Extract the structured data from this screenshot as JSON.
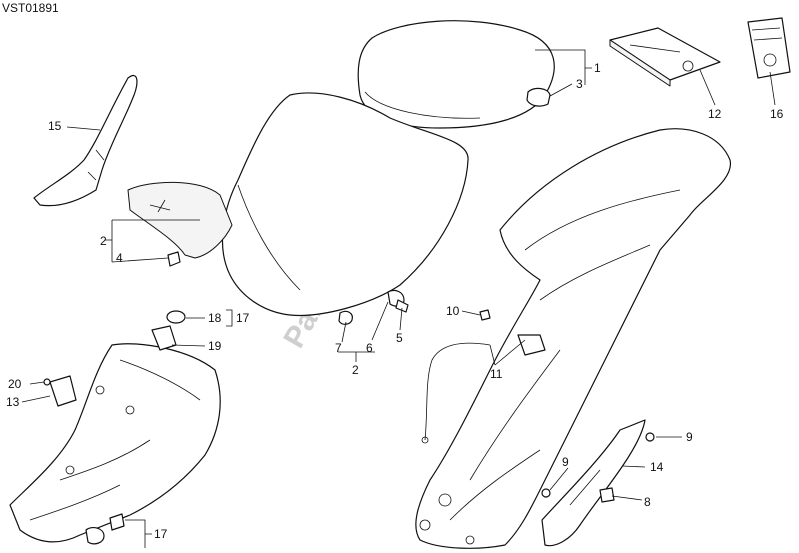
{
  "diagram": {
    "code": "VST01891",
    "watermark": "Partsrepublik",
    "labels": {
      "l1": "1",
      "l2a": "2",
      "l2b": "2",
      "l3": "3",
      "l4": "4",
      "l5": "5",
      "l6": "6",
      "l7": "7",
      "l8": "8",
      "l9a": "9",
      "l9b": "9",
      "l10": "10",
      "l11": "11",
      "l12": "12",
      "l13": "13",
      "l14": "14",
      "l15": "15",
      "l16": "16",
      "l17a": "17",
      "l17b": "17",
      "l18": "18",
      "l19": "19",
      "l20": "20"
    }
  }
}
